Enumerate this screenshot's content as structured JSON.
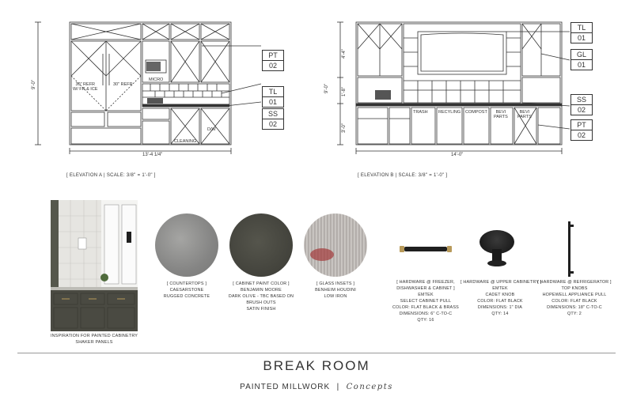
{
  "elevation_a": {
    "caption": "[ ELEVATION A | SCALE: 3/8\" = 1'-0\" ]",
    "height_dim": "9'-0\"",
    "width_dim": "13'-4 1/4\"",
    "labels": {
      "refr_left": "30\" REFR\nW/ FR & ICE",
      "refr_right": "30\" REFR",
      "micro": "MICRO",
      "cleaning": "CLEANING",
      "dw": "D/W"
    },
    "tags": [
      {
        "top": "PT",
        "bottom": "02"
      },
      {
        "top": "TL",
        "bottom": "01"
      },
      {
        "top": "SS",
        "bottom": "02"
      }
    ]
  },
  "elevation_b": {
    "caption": "[ ELEVATION B | SCALE: 3/8\" = 1'-0\" ]",
    "width_dim": "14'-0\"",
    "height_dim_total": "9'-0\"",
    "height_dims": [
      "4'-4\"",
      "1'-8\"",
      "3'-0\""
    ],
    "labels": {
      "trash": "TRASH",
      "recycling": "RECYLING",
      "compost": "COMPOST",
      "bevi_parts_1": "BEVI\nPARTS",
      "bevi_parts_2": "BEVI\nPARTS"
    },
    "tags": [
      {
        "top": "TL",
        "bottom": "01"
      },
      {
        "top": "GL",
        "bottom": "01"
      },
      {
        "top": "SS",
        "bottom": "02"
      },
      {
        "top": "PT",
        "bottom": "02"
      }
    ]
  },
  "inspiration": {
    "caption_line1": "INSPIRATION FOR PAINTED CABINETRY",
    "caption_line2": "SHAKER PANELS"
  },
  "materials": [
    {
      "lines": [
        "[ COUNTERTOPS ]",
        "CAESARSTONE",
        "RUGGED CONCRETE"
      ]
    },
    {
      "lines": [
        "[ CABINET PAINT COLOR ]",
        "BENJAMIN MOORE",
        "DARK OLIVE - TBC BASED ON",
        "BRUSH OUTS",
        "SATIN FINISH"
      ]
    },
    {
      "lines": [
        "[ GLASS INSETS ]",
        "BENHEIM HOUDINI",
        "LOW IRON"
      ]
    }
  ],
  "hardware": [
    {
      "lines": [
        "[ HARDWARE @ FREEZER,",
        "DISHWASHER & CABINET ]",
        "EMTEK",
        "SELECT CABINET PULL",
        "COLOR: FLAT BLACK & BRASS",
        "DIMENSIONS: 6\" C-TO-C",
        "QTY: 16"
      ]
    },
    {
      "lines": [
        "[ HARDWARE @ UPPER CABINETRY ]",
        "EMTEK",
        "CADET KNOB",
        "COLOR: FLAT BLACK",
        "DIMENSIONS: 1\" DIA",
        "QTY: 14"
      ]
    },
    {
      "lines": [
        "[ HARDWARE @ REFRIGERATOR ]",
        "TOP KNOBS",
        "HOPEWELL APPLIANCE PULL",
        "COLOR: FLAT BLACK",
        "DIMENSIONS: 18\" C-TO-C",
        "QTY: 2"
      ]
    }
  ],
  "colors": {
    "concrete": "#8e8e8c",
    "olive": "#4a4a42",
    "glass": "#b9b4b0",
    "brass": "#b89a5a",
    "black": "#1f1f1f"
  },
  "footer": {
    "title": "BREAK ROOM",
    "subtitle": "PAINTED MILLWORK",
    "separator": "|",
    "script": "Concepts"
  }
}
